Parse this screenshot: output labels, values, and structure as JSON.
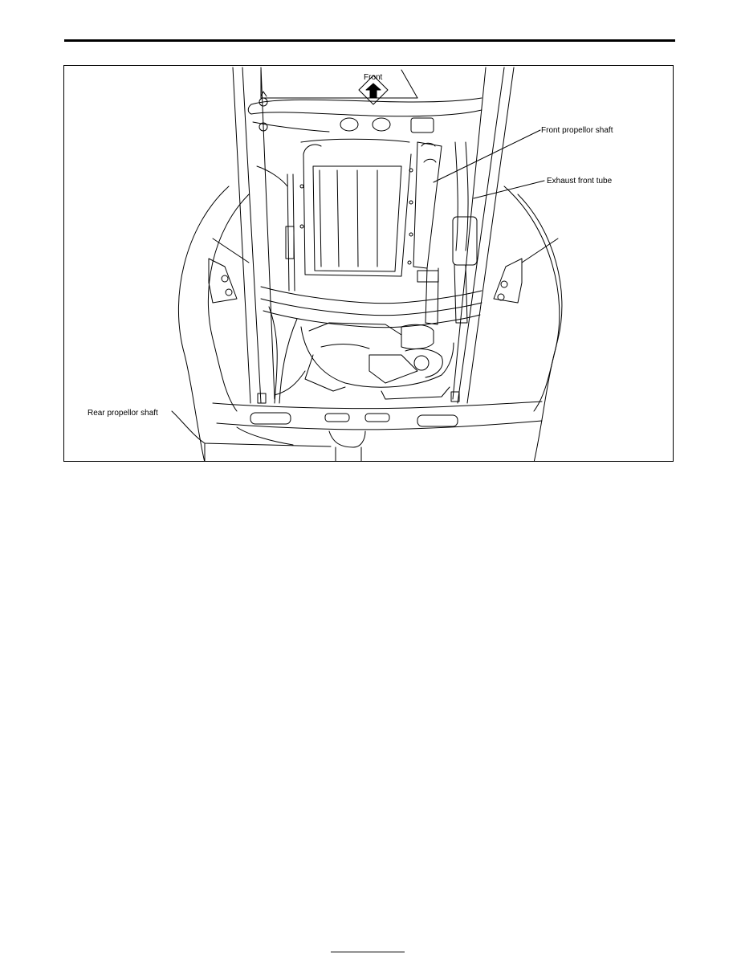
{
  "figure": {
    "labels": {
      "front": "Front",
      "front_propellor_shaft": "Front propellor shaft",
      "exhaust_front_tube": "Exhaust front tube",
      "rear_propellor_shaft": "Rear propellor shaft"
    }
  }
}
